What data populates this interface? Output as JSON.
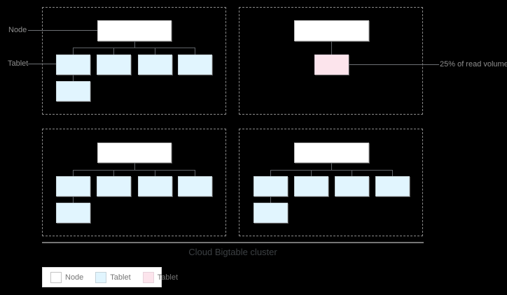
{
  "title": "Cloud Bigtable cluster",
  "annotations": {
    "node": "Node",
    "tablet": "Tablet",
    "read_volume": "25% of read volume"
  },
  "legend": {
    "items": [
      {
        "label": "Node",
        "swatch": "node"
      },
      {
        "label": "Tablet",
        "swatch": "tablet"
      },
      {
        "label": "Tablet",
        "swatch": "hot-tablet"
      }
    ]
  },
  "figures": {
    "groups": [
      {
        "position": "top-left",
        "node_boxes": 1,
        "tablet_boxes": 5,
        "hot_tablet_boxes": 0
      },
      {
        "position": "top-right",
        "node_boxes": 1,
        "tablet_boxes": 0,
        "hot_tablet_boxes": 1
      },
      {
        "position": "bottom-left",
        "node_boxes": 1,
        "tablet_boxes": 5,
        "hot_tablet_boxes": 0
      },
      {
        "position": "bottom-right",
        "node_boxes": 1,
        "tablet_boxes": 5,
        "hot_tablet_boxes": 0
      }
    ]
  },
  "colors": {
    "background": "#000000",
    "node_fill": "#ffffff",
    "node_border": "#c4c4c4",
    "tablet_fill": "#e1f5fe",
    "tablet_border": "#c6d3da",
    "hot_tablet_fill": "#fce4ec",
    "hot_tablet_border": "#e8d3dc",
    "connector": "#5f6368",
    "leader": "#6e7175",
    "dashed_border": "#8a8a8a",
    "cluster_line": "#757575",
    "annotation_text": "#8e8e8e",
    "title_text": "#3c4043",
    "legend_text": "#757575",
    "legend_bg": "#ffffff",
    "legend_border": "#e0e0e0"
  }
}
